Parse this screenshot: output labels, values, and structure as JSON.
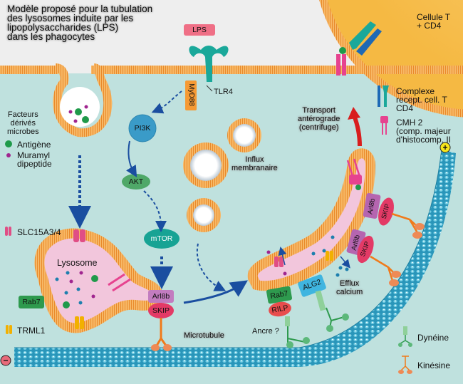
{
  "title": "Modèle proposé pour la tubulation\ndes lysosomes induite par les\nlipopolysaccharides (LPS)\ndans les phagocytes",
  "t_cell_label": "Cellule T\n+ CD4",
  "ligand_label": "LPS",
  "receptor_label": "TLR4",
  "adaptor_label": "MyD88",
  "signaling": {
    "pi3k": "PI3K",
    "akt": "AKT",
    "mtor": "mTOR"
  },
  "influx_label": "Influx\nmembranaire",
  "transport_label": "Transport\nantérograde\n(centrifuge)",
  "microbe_factors_label": "Facteurs\ndérivés\nmicrobes",
  "lysosome_label": "Lysosome",
  "microtubule_label": "Microtubule",
  "anchor_label": "Ancre ?",
  "calcium_label": "Efflux\ncalcium",
  "proteins": {
    "rab7": "Rab7",
    "arl8b": "Arl8b",
    "skip": "SKIP",
    "rilp": "RILP",
    "alg2": "ALG2"
  },
  "legend": {
    "antigen": "Antigène",
    "muramyl": "Muramyl\ndipeptide",
    "slc": "SLC15A3/4",
    "trml": "TRML1",
    "tcr": "Complexe\nrecept. cell. T\nCD4",
    "mhc": "CMH 2\n(comp. majeur\nd'histocomp. II",
    "dynein": "Dynéine",
    "kinesin": "Kinésine"
  },
  "polarity": {
    "minus": "−",
    "plus": "+"
  },
  "colors": {
    "cytoplasm": "#bfe1de",
    "outside": "#eeeeee",
    "membrane": "#f4a64a",
    "lysosome_lumen": "#f2c6dc",
    "t_cell": "#f7c15a",
    "microtubule": "#2f9cbf",
    "receptor_teal": "#1aa89a",
    "mhc_pink": "#e6438f",
    "arrow_blue": "#1a4ea0",
    "arrow_red": "#d81e1e",
    "dynein_green": "#3fa45a",
    "kinesin_orange": "#ee8a55"
  }
}
